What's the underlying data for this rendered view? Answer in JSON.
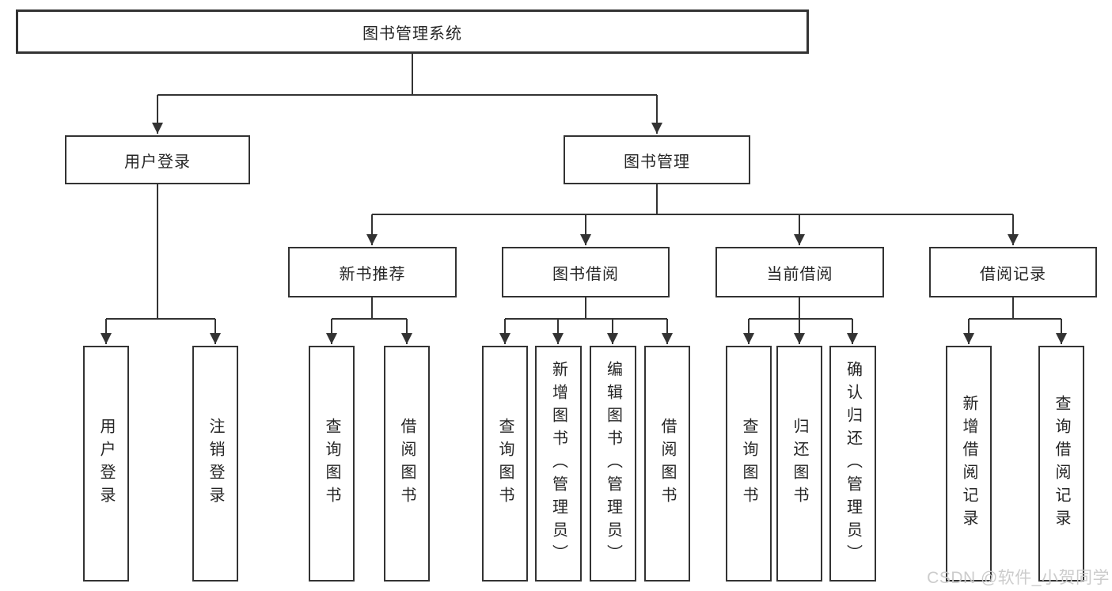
{
  "diagram_title": "图书管理系统",
  "nodes": {
    "root": "图书管理系统",
    "user_login": "用户登录",
    "book_mgmt": "图书管理",
    "new_book": "新书推荐",
    "book_borrow": "图书借阅",
    "current_borrow": "当前借阅",
    "borrow_record": "借阅记录"
  },
  "leaves": {
    "user_login_1": "用户登录",
    "user_login_2": "注销登录",
    "new_book_1": "查询图书",
    "new_book_2": "借阅图书",
    "book_borrow_1": "查询图书",
    "book_borrow_2": "新增图书（管理员）",
    "book_borrow_3": "编辑图书（管理员）",
    "book_borrow_4": "借阅图书",
    "current_borrow_1": "查询图书",
    "current_borrow_2": "归还图书",
    "current_borrow_3": "确认归还（管理员）",
    "borrow_record_1": "新增借阅记录",
    "borrow_record_2": "查询借阅记录"
  },
  "watermark": "CSDN @软件_小贺同学",
  "colors": {
    "line": "#333333",
    "box_border": "#333333",
    "text": "#262626",
    "watermark": "#c9c9c9",
    "background": "#ffffff"
  }
}
